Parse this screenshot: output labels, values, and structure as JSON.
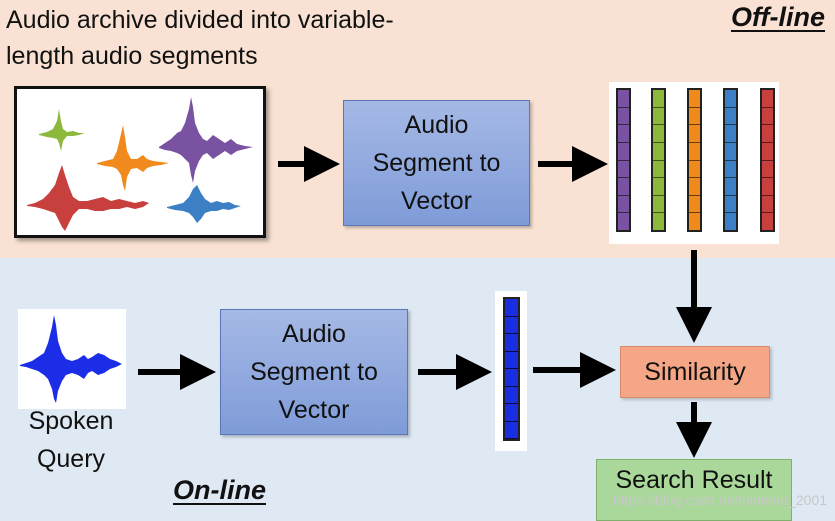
{
  "header": {
    "caption_line1": "Audio archive divided into variable-",
    "caption_line2": "length audio segments",
    "offline_label": "Off-line",
    "online_label": "On-line"
  },
  "boxes": {
    "segment_to_vector_top": [
      "Audio",
      "Segment to",
      "Vector"
    ],
    "segment_to_vector_bottom": [
      "Audio",
      "Segment to",
      "Vector"
    ],
    "similarity": "Similarity",
    "search_result": "Search Result"
  },
  "query": {
    "label_line1": "Spoken",
    "label_line2": "Query"
  },
  "watermark": "https://blog.csdn.net/oldmao_2001",
  "colors": {
    "segment_colors": [
      "#7a52a2",
      "#8cb83c",
      "#f08a1c",
      "#3d7fc4",
      "#c8403e"
    ],
    "query_vector": "#1a2ee0",
    "query_wave": "#1b2de6"
  }
}
